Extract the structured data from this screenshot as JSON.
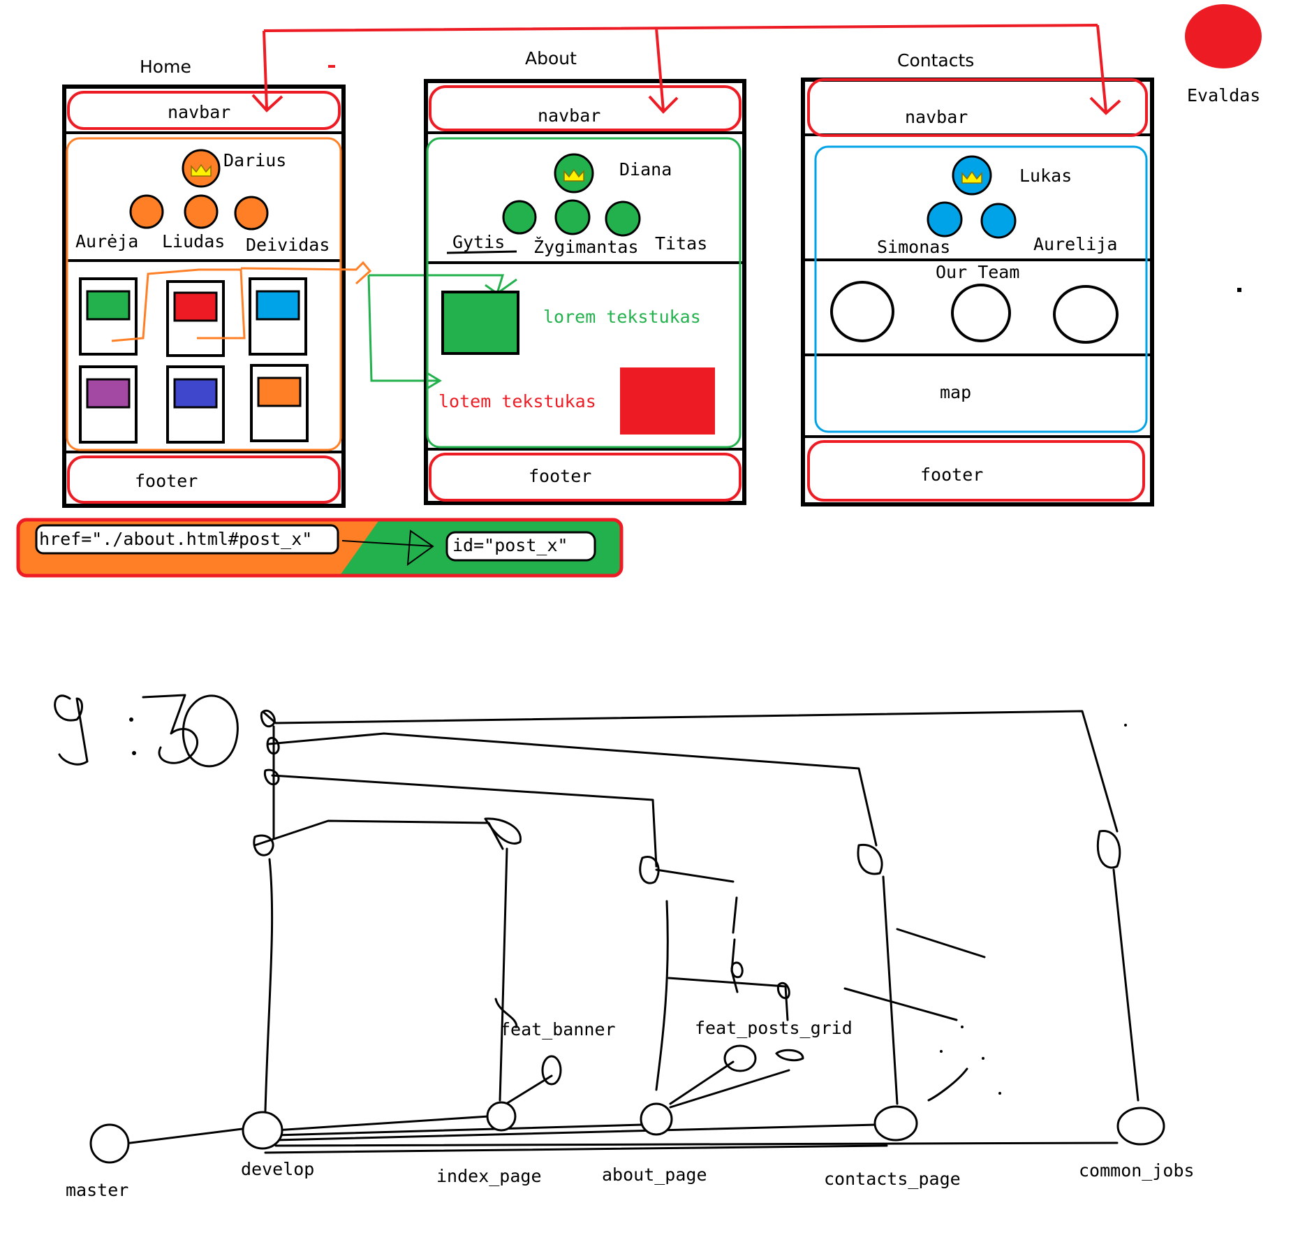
{
  "colors": {
    "red": "#ed1c24",
    "orange": "#ff7f27",
    "green": "#22b14c",
    "blue": "#00a2e8",
    "purple": "#a349a4",
    "indigo": "#3f48cc",
    "yellow": "#fff200",
    "ink": "#000000"
  },
  "icons": [
    "crown-icon"
  ],
  "pages": {
    "home": {
      "title": "Home",
      "navbar": "navbar",
      "footer": "footer",
      "leader": "Darius",
      "members": [
        "Aurėja",
        "Liudas",
        "Deividas"
      ],
      "post_colors": [
        "#22b14c",
        "#ed1c24",
        "#00a2e8",
        "#a349a4",
        "#3f48cc",
        "#ff7f27"
      ]
    },
    "about": {
      "title": "About",
      "navbar": "navbar",
      "footer": "footer",
      "leader": "Diana",
      "members": [
        "Gytis",
        "Žygimantas",
        "Titas"
      ],
      "text_green": "lorem tekstukas",
      "text_red": "lotem tekstukas"
    },
    "contacts": {
      "title": "Contacts",
      "navbar": "navbar",
      "footer": "footer",
      "leader": "Lukas",
      "members": [
        "Simonas",
        "Aurelija"
      ],
      "team_title": "Our Team",
      "map": "map"
    }
  },
  "evaldas": "Evaldas",
  "anchor": {
    "href": "href=\"./about.html#post_x\"",
    "id": "id=\"post_x\""
  },
  "git": {
    "branches": [
      "master",
      "develop",
      "index_page",
      "about_page",
      "contacts_page",
      "common_jobs"
    ],
    "features": [
      "feat_banner",
      "feat_posts_grid"
    ]
  }
}
